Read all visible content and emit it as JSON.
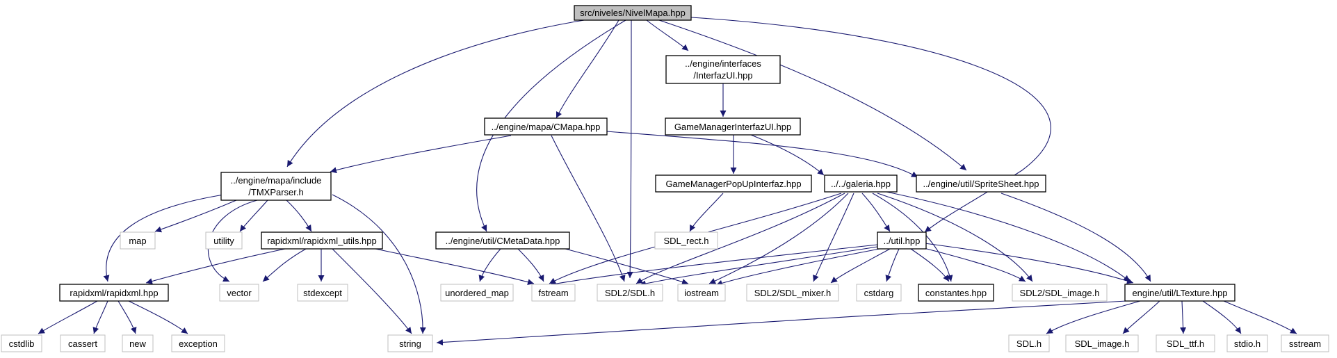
{
  "colors": {
    "edge": "#191970",
    "root_fill": "#bfbfbf",
    "gray_border": "#bfbfbf",
    "black_border": "#000000"
  },
  "nodes": {
    "root": "src/niveles/NivelMapa.hpp",
    "interfaces_ui_1": "../engine/interfaces",
    "interfaces_ui_2": "/InterfazUI.hpp",
    "gm_interfaz_ui": "GameManagerInterfazUI.hpp",
    "cmapa": "../engine/mapa/CMapa.hpp",
    "tmx_1": "../engine/mapa/include",
    "tmx_2": "/TMXParser.h",
    "gm_popup": "GameManagerPopUpInterfaz.hpp",
    "galeria": "../../galeria.hpp",
    "spritesheet": "../engine/util/SpriteSheet.hpp",
    "sdl_rect": "SDL_rect.h",
    "map": "map",
    "utility": "utility",
    "rapidxml_utils": "rapidxml/rapidxml_utils.hpp",
    "cmetadata": "../engine/util/CMetaData.hpp",
    "util": "../util.hpp",
    "rapidxml": "rapidxml/rapidxml.hpp",
    "vector": "vector",
    "stdexcept": "stdexcept",
    "unordered_map": "unordered_map",
    "fstream": "fstream",
    "sdl2_sdl": "SDL2/SDL.h",
    "iostream": "iostream",
    "sdl2_mixer": "SDL2/SDL_mixer.h",
    "cstdarg": "cstdarg",
    "constantes": "constantes.hpp",
    "sdl2_image": "SDL2/SDL_image.h",
    "ltexture": "engine/util/LTexture.hpp",
    "cstdlib": "cstdlib",
    "cassert": "cassert",
    "new": "new",
    "exception": "exception",
    "string": "string",
    "sdl_h": "SDL.h",
    "sdl_image_h": "SDL_image.h",
    "sdl_ttf_h": "SDL_ttf.h",
    "stdio_h": "stdio.h",
    "sstream": "sstream"
  }
}
